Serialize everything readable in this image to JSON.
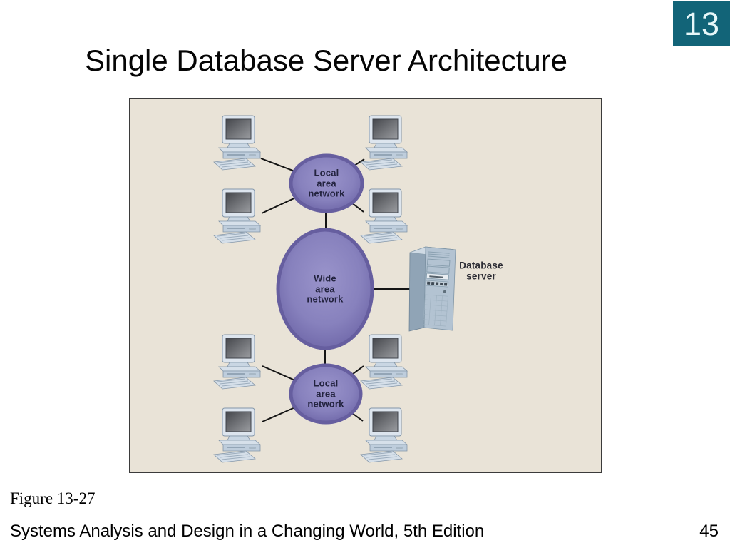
{
  "page": {
    "chapter_number": "13",
    "title": "Single Database Server Architecture",
    "figure_caption": "Figure 13-27",
    "footer_text": "Systems Analysis and Design in a Changing World, 5th Edition",
    "page_number": "45"
  },
  "diagram": {
    "figure_type": "single-database-server network architecture",
    "workstation_count": 8,
    "nodes": {
      "lan_top": {
        "label_lines": [
          "Local",
          "area",
          "network"
        ]
      },
      "wan": {
        "label_lines": [
          "Wide",
          "area",
          "network"
        ]
      },
      "lan_bottom": {
        "label_lines": [
          "Local",
          "area",
          "network"
        ]
      },
      "database_server": {
        "label_lines": [
          "Database",
          "server"
        ]
      }
    },
    "connections": [
      "4 workstations to top local area network",
      "4 workstations to bottom local area network",
      "top local area network to wide area network",
      "bottom local area network to wide area network",
      "wide area network to database server"
    ]
  },
  "colors": {
    "chapter_badge_teal": "#126478",
    "badge_text": "#e7f7f9",
    "figure_background": "#e9e3d7",
    "figure_border": "#3b3b3b",
    "ellipse_fill": "#8781bd",
    "ellipse_rim": "#665e9f",
    "ellipse_label_text": "#23233f",
    "connection_line": "#141414",
    "computer_body": "#dde5ee",
    "server_tower_front": "#b3c3d2"
  }
}
